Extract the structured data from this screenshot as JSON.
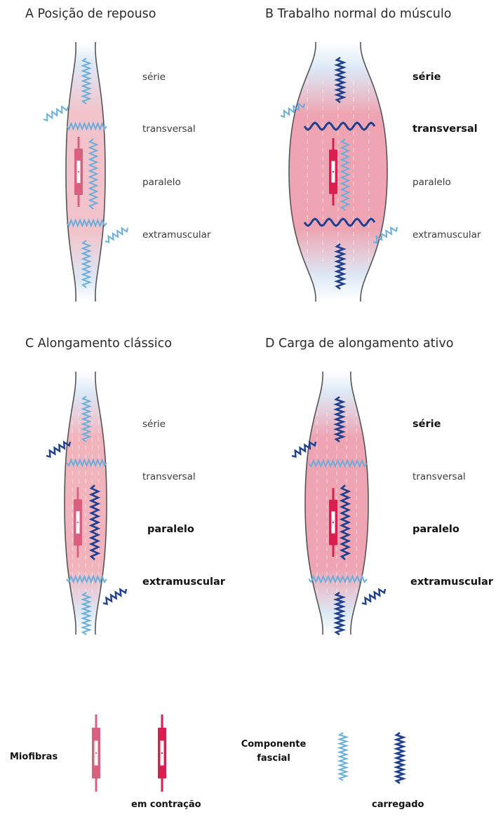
{
  "panels": [
    {
      "id": "A",
      "title": "A  Posição de repouso",
      "labels": {
        "serie": "série",
        "transversal": "transversal",
        "paralelo": "paralelo",
        "extramuscular": "extramuscular"
      }
    },
    {
      "id": "B",
      "title": "B  Trabalho normal do músculo",
      "labels": {
        "serie": "série",
        "transversal": "transversal",
        "paralelo": "paralelo",
        "extramuscular": "extramuscular"
      }
    },
    {
      "id": "C",
      "title": "C  Alongamento clássico",
      "labels": {
        "serie": "série",
        "transversal": "transversal",
        "paralelo": "paralelo",
        "extramuscular": "extramuscular"
      }
    },
    {
      "id": "D",
      "title": "D  Carga de alongamento ativo",
      "labels": {
        "serie": "série",
        "transversal": "transversal",
        "paralelo": "paralelo",
        "extramuscular": "extramuscular"
      }
    }
  ],
  "legend": {
    "miofibras": "Miofibras",
    "em_contracao": "em contração",
    "componente_line1": "Componente",
    "componente_line2": "fascial",
    "carregado": "carregado"
  },
  "colors": {
    "spring_relaxed": "#6aaedb",
    "spring_loaded": "#1f3f8f",
    "myofibril_relaxed": "#d9607f",
    "myofibril_contracted": "#d81f4f",
    "muscle_fill": "#f2b3bd",
    "muscle_outline": "#555555",
    "tendon_fill": "#dde9f6"
  }
}
